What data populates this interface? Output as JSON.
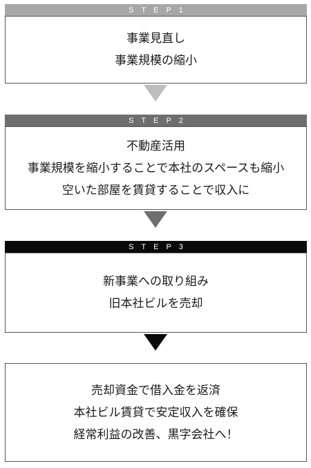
{
  "steps": [
    {
      "header": "STEP1",
      "lines": [
        "事業見直し",
        "事業規模の縮小"
      ],
      "color": "#a7a7a7"
    },
    {
      "header": "STEP2",
      "lines": [
        "不動産活用",
        "事業規模を縮小することで本社のスペースも縮小",
        "空いた部屋を賃貸することで収入に"
      ],
      "color": "#6e6e6e"
    },
    {
      "header": "STEP3",
      "lines": [
        "新事業への取り組み",
        "旧本社ビルを売却"
      ],
      "color": "#0a0a0a"
    }
  ],
  "result": {
    "lines": [
      "売却資金で借入金を返済",
      "本社ビル賃貸で安定収入を確保",
      "経常利益の改善、黒字会社へ！"
    ]
  }
}
